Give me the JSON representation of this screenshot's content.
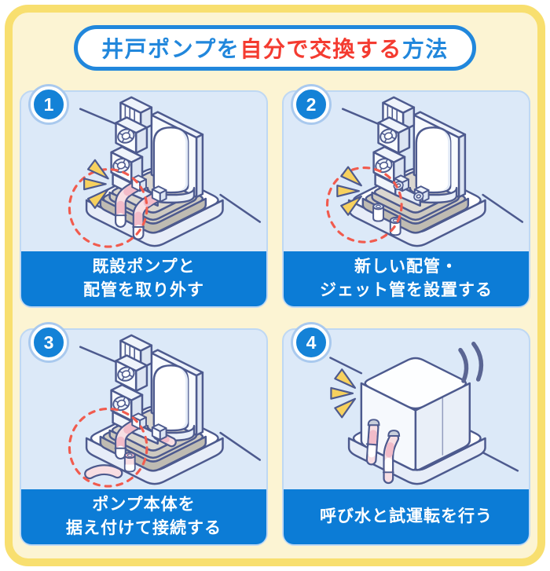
{
  "title": {
    "part_blue_1": "井戸ポンプを",
    "part_red": "自分で交換する",
    "part_blue_2": "方法"
  },
  "steps": [
    {
      "number": "1",
      "caption": "既設ポンプと\n配管を取り外す",
      "illustration": "existing-pump-with-old-pipes-highlighted"
    },
    {
      "number": "2",
      "caption": "新しい配管・\nジェット管を設置する",
      "illustration": "pump-base-with-new-pipe-fittings-placed"
    },
    {
      "number": "3",
      "caption": "ポンプ本体を\n据え付けて接続する",
      "illustration": "pump-body-installed-and-being-connected"
    },
    {
      "number": "4",
      "caption": "呼び水と試運転を行う",
      "illustration": "covered-pump-priming-and-test-run"
    }
  ],
  "colors": {
    "page_bg": "#FCF4D3",
    "page_border": "#F8DF6F",
    "panel_bg": "#DCE9F8",
    "panel_border": "#BFD8F3",
    "accent_blue": "#0C7CD6",
    "badge_blue": "#1482D7",
    "badge_ring": "#A9C9EE",
    "title_blue": "#2187DC",
    "title_red": "#F43B30",
    "outline_navy": "#4D5A8E",
    "highlight_red": "#F15B4E",
    "spark_yellow": "#F7D15E",
    "pipe_pink": "#F8DEE3",
    "pipe_pink_dark": "#F2BCC9",
    "caption_text": "#FFFFFF"
  }
}
